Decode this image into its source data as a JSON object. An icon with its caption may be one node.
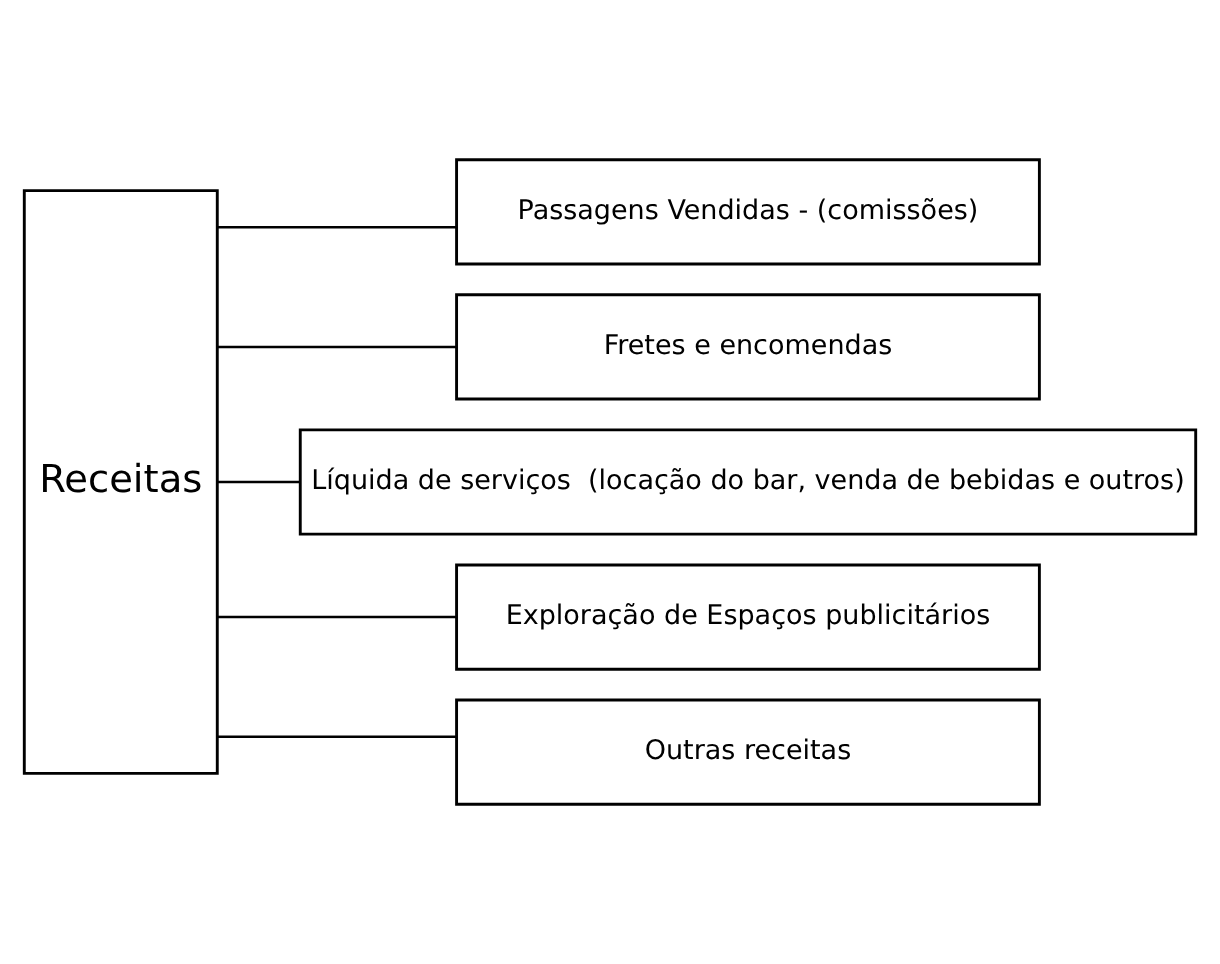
{
  "diagram": {
    "nodes": [
      {
        "text": [
          "Receitas"
        ]
      },
      {
        "text": [
          "Passagens Vendidas - (comissões)"
        ]
      },
      {
        "text": [
          "Fretes e encomendas"
        ]
      },
      {
        "text": [
          "Líquida de serviços  (locação do bar, venda de bebidas e outros)"
        ]
      },
      {
        "text": [
          "Exploração de Espaços publicitários"
        ]
      },
      {
        "text": [
          "Outras receitas"
        ]
      }
    ],
    "edges": [
      {
        "from": 0,
        "to": 1,
        "arrow": "none"
      },
      {
        "from": 0,
        "to": 2,
        "arrow": "none"
      },
      {
        "from": 0,
        "to": 3,
        "arrow": "none"
      },
      {
        "from": 0,
        "to": 4,
        "arrow": "none"
      },
      {
        "from": 0,
        "to": 5,
        "arrow": "none"
      }
    ]
  }
}
